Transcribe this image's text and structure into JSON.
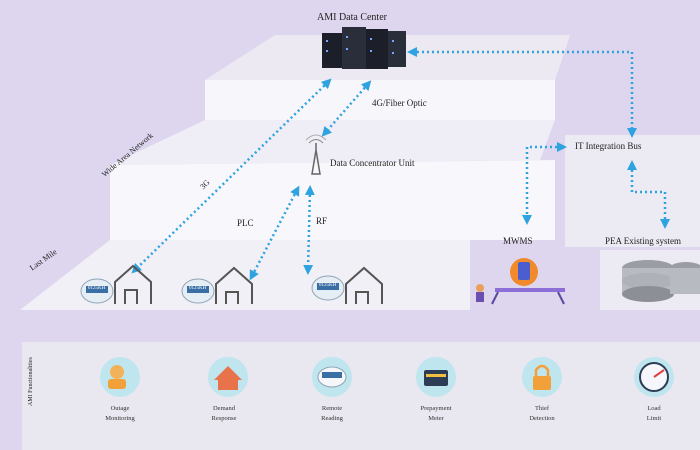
{
  "title": "AMI Data Center",
  "labels": {
    "fiber": "4G/Fiber Optic",
    "dcu": "Data Concentrator Unit",
    "wan": "Wide Area Network",
    "threeg": "3G",
    "plc": "PLC",
    "rf": "RF",
    "last_mile": "Last Mile",
    "it_bus": "IT Integration Bus",
    "mwms": "MWMS",
    "pea": "PEA Existing system",
    "functionalities": "AMI Functionalities"
  },
  "meters": [
    "0125KH",
    "0125KH",
    "0125KH"
  ],
  "functions": [
    {
      "label": "Outage\nMonitoring",
      "icon": "worker-icon"
    },
    {
      "label": "Demand\nResponse",
      "icon": "house-icon"
    },
    {
      "label": "Remote\nReading",
      "icon": "meter-icon"
    },
    {
      "label": "Prepayment\nMeter",
      "icon": "card-icon"
    },
    {
      "label": "Thief\nDetection",
      "icon": "lock-icon"
    },
    {
      "label": "Load\nLimit",
      "icon": "gauge-icon"
    }
  ],
  "colors": {
    "link": "#2ea3e0",
    "layer": "#f4f3f8",
    "background": "#ddd6ee"
  }
}
